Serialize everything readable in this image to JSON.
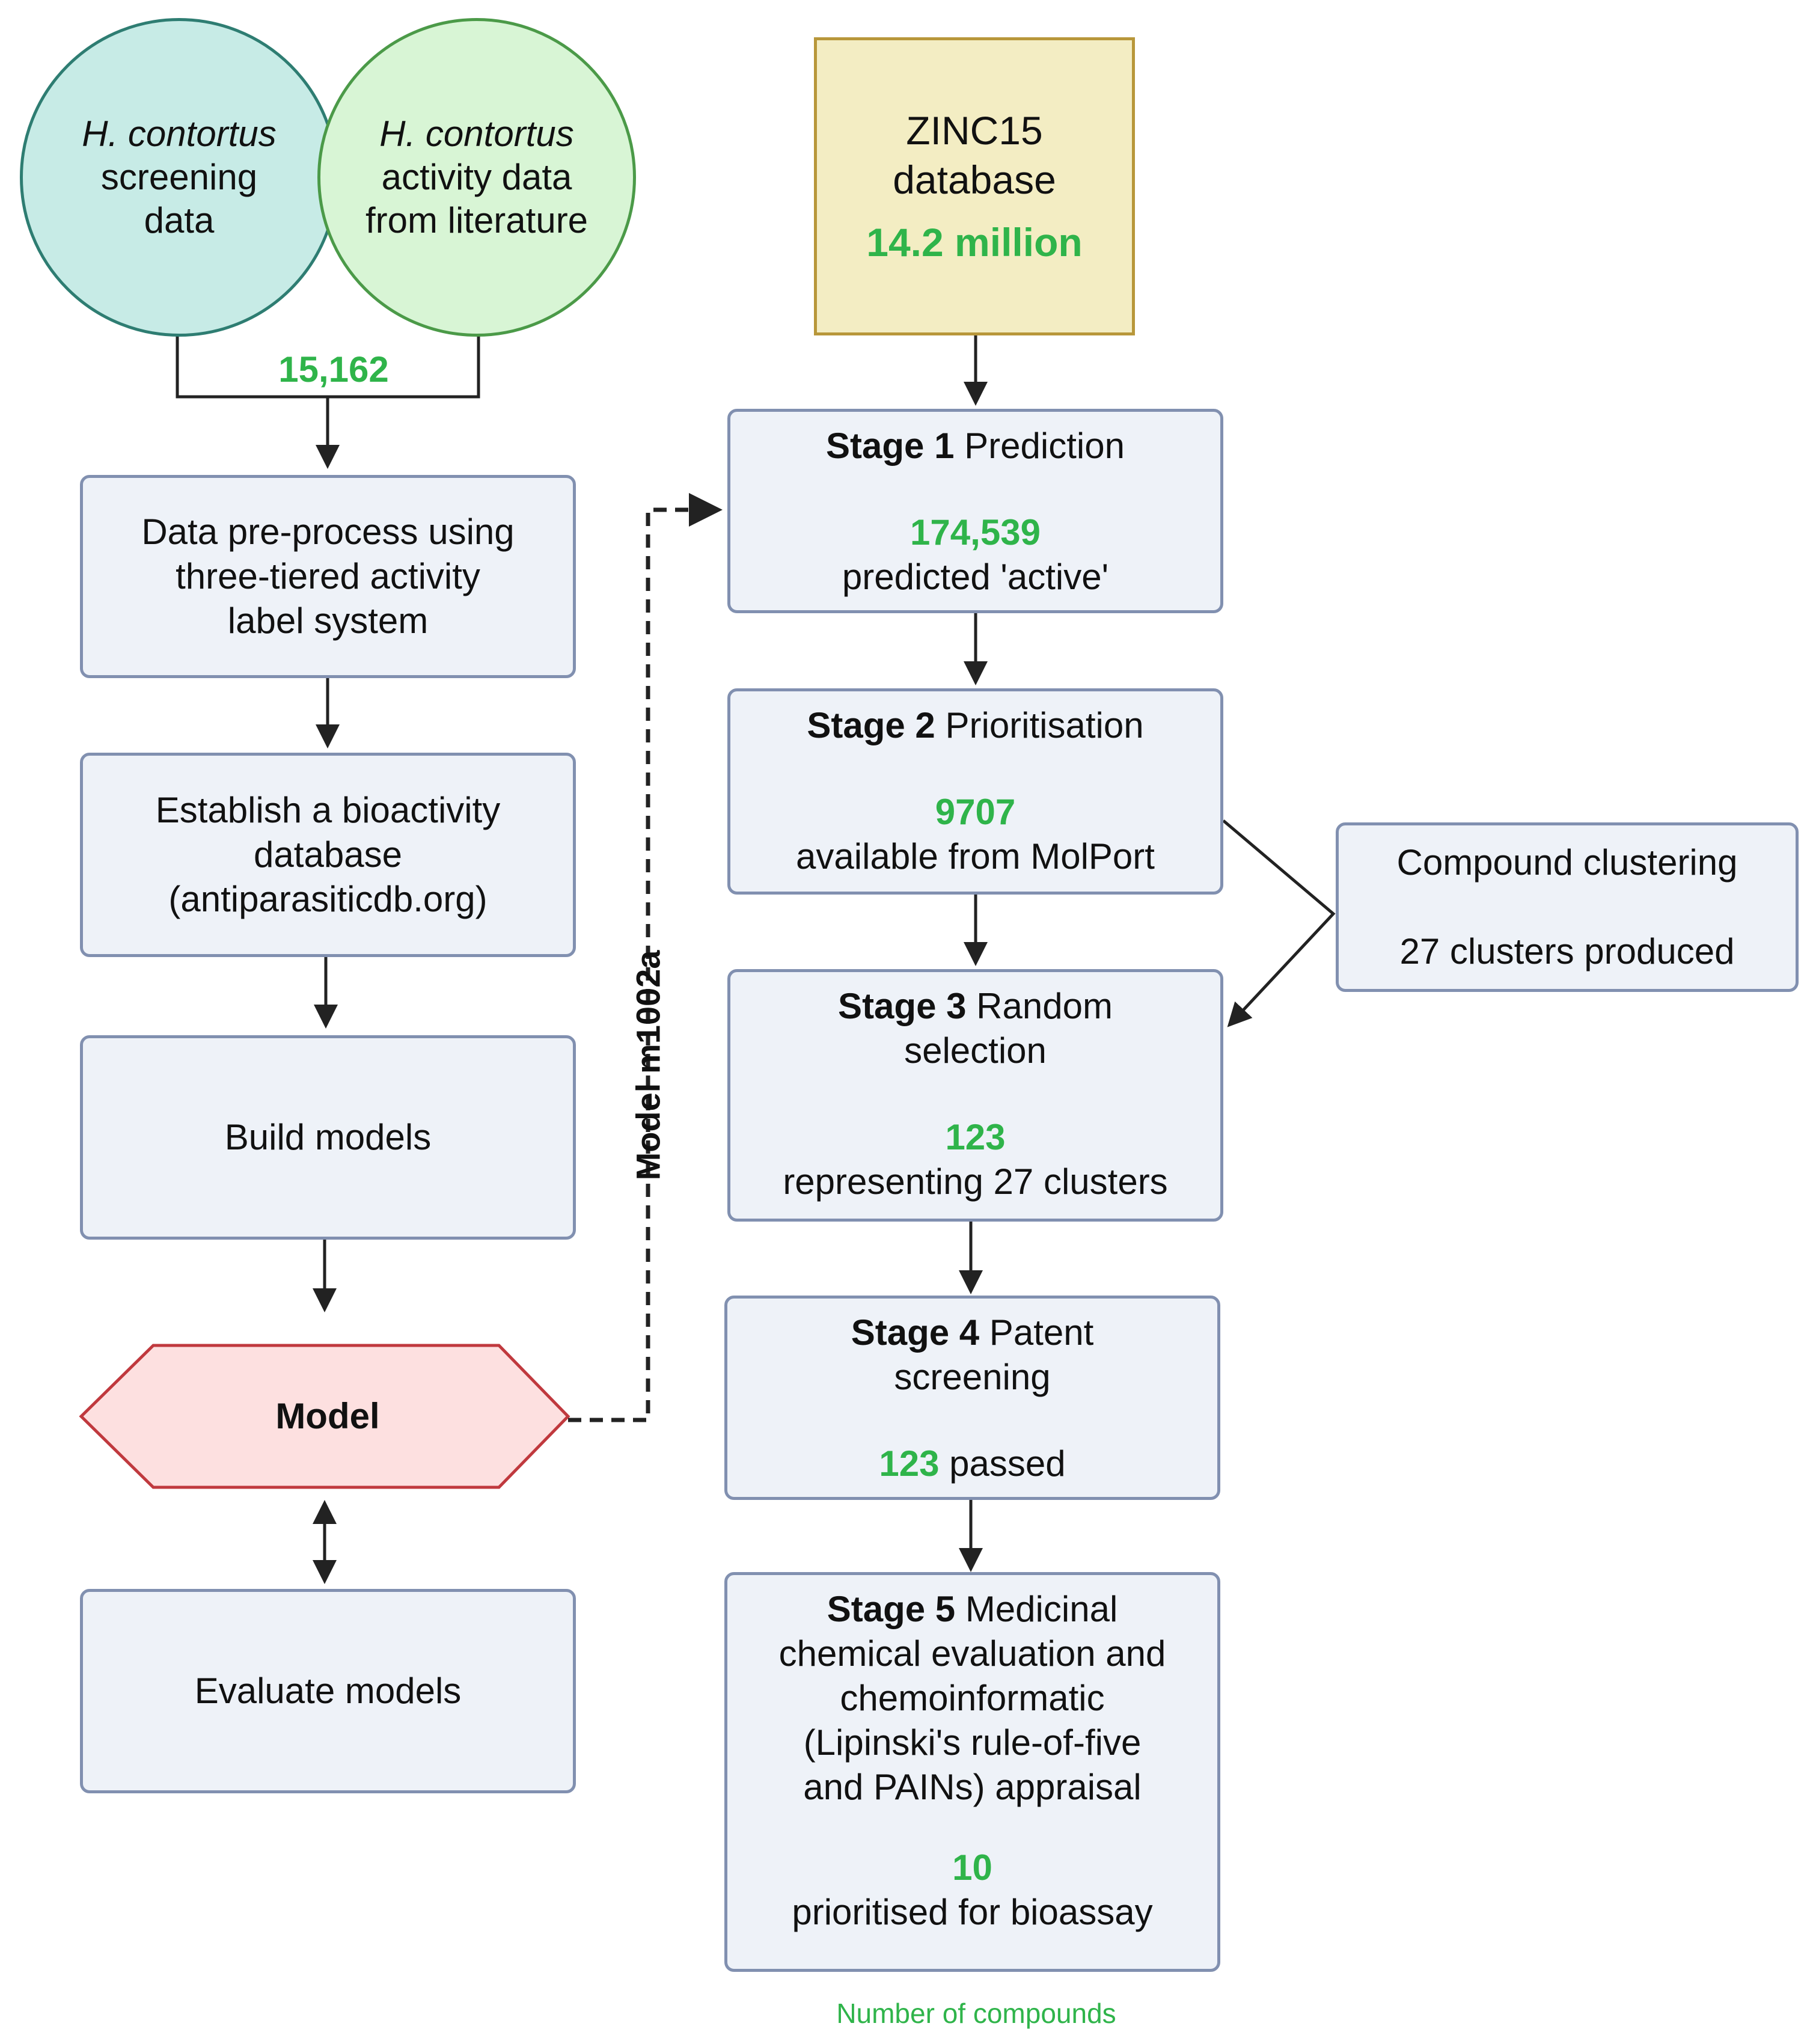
{
  "sources": {
    "screening": {
      "line1": "H. contortus",
      "line2": "screening",
      "line3": "data"
    },
    "literature": {
      "line1": "H. contortus",
      "line2": "activity data",
      "line3": "from literature"
    },
    "total": "15,162"
  },
  "zinc": {
    "line1": "ZINC15",
    "line2": "database",
    "count": "14.2 million"
  },
  "left_flow": {
    "preprocess": [
      "Data pre-process using",
      "three-tiered activity",
      "label system"
    ],
    "database": [
      "Establish a bioactivity",
      "database",
      "(antiparasiticdb.org)"
    ],
    "build": "Build models",
    "model": "Model",
    "evaluate": "Evaluate models"
  },
  "model_link_label": "Model m1002a",
  "stages": {
    "s1": {
      "title_bold": "Stage 1",
      "title_rest": " Prediction",
      "count": "174,539",
      "desc": "predicted 'active'"
    },
    "s2": {
      "title_bold": "Stage 2",
      "title_rest": " Prioritisation",
      "count": "9707",
      "desc": "available from MolPort"
    },
    "s3": {
      "title_bold": "Stage 3",
      "title_rest": " Random",
      "title_line2": "selection",
      "count": "123",
      "desc": "representing 27 clusters"
    },
    "s4": {
      "title_bold": "Stage 4",
      "title_rest": " Patent",
      "title_line2": "screening",
      "count": "123",
      "desc": " passed"
    },
    "s5": {
      "title_bold": "Stage 5",
      "title_rest": " Medicinal",
      "lines": [
        "chemical evaluation and",
        "chemoinformatic",
        "(Lipinski's rule-of-five",
        "and PAINs) appraisal"
      ],
      "count": "10",
      "desc": "prioritised for bioassay"
    }
  },
  "clustering": {
    "title": "Compound clustering",
    "desc": "27 clusters produced"
  },
  "footer_note": "Number of compounds",
  "colors": {
    "count_green": "#2fb44a",
    "box_fill": "#eef2f8",
    "box_border": "#8190b0",
    "zinc_fill": "#f3edc3",
    "model_fill": "#fde0e0",
    "model_border": "#c0393e"
  }
}
